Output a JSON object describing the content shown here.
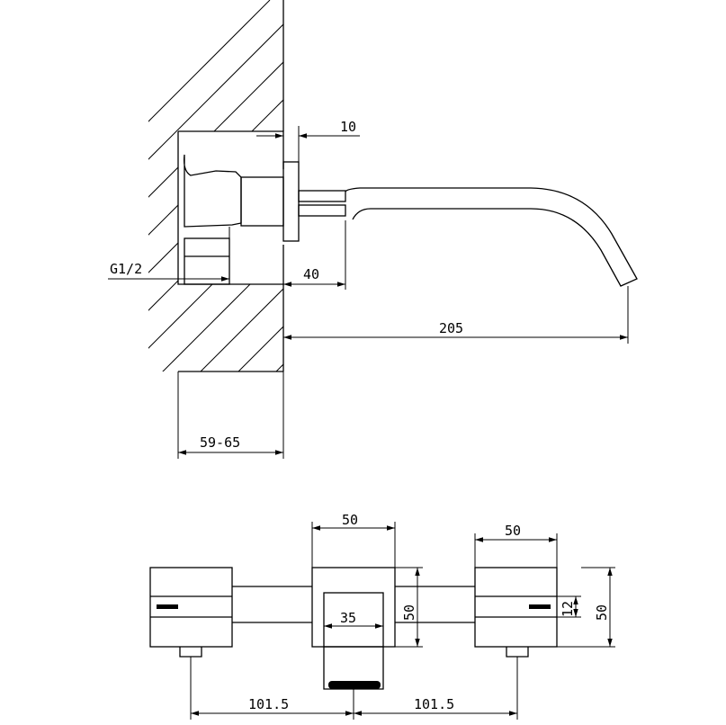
{
  "colors": {
    "line": "#000000",
    "background": "#ffffff"
  },
  "side_view": {
    "dim_flange": "10",
    "dim_body": "40",
    "dim_spout_reach": "205",
    "dim_wall_depth": "59-65",
    "thread": "G1/2"
  },
  "front_view": {
    "dim_handle_left_width": "50",
    "dim_handle_right_width": "50",
    "dim_center_height": "50",
    "dim_right_height": "50",
    "dim_lever_height": "12",
    "dim_spout_width": "35",
    "dim_left_spacing": "101.5",
    "dim_right_spacing": "101.5"
  }
}
